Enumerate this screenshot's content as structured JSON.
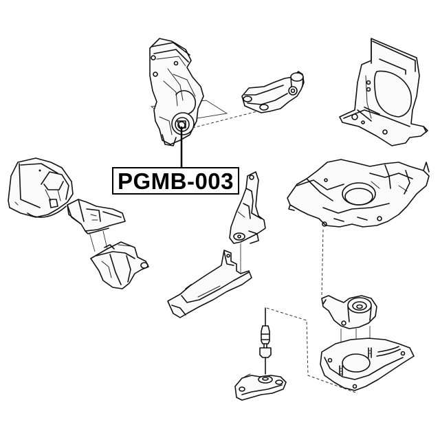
{
  "diagram": {
    "type": "exploded-parts-diagram",
    "subject": "engine mount assembly",
    "background": "#ffffff",
    "line_color": "#111111",
    "callout": {
      "part_number": "PGMB-003",
      "points_to": "engine-mount-bushing"
    },
    "components": [
      {
        "id": "engine-mount-bracket-upper",
        "position": "top-center",
        "highlighted": true
      },
      {
        "id": "torque-rod-link",
        "position": "top-center-right"
      },
      {
        "id": "body-bracket-panel",
        "position": "top-right"
      },
      {
        "id": "transmission-mount-rubber",
        "position": "left"
      },
      {
        "id": "mount-adapter-bracket",
        "position": "left-center"
      },
      {
        "id": "transmission-mount-body",
        "position": "left-lower"
      },
      {
        "id": "support-arm-bracket",
        "position": "center"
      },
      {
        "id": "heat-shield-plate",
        "position": "center-lower"
      },
      {
        "id": "subframe-crossmember",
        "position": "right"
      },
      {
        "id": "rear-mount-bushing",
        "position": "right-lower"
      },
      {
        "id": "rear-mount-base-plate",
        "position": "bottom-right"
      },
      {
        "id": "through-bolt",
        "position": "bottom-center"
      },
      {
        "id": "rear-mount-lower-bracket",
        "position": "bottom-center"
      }
    ]
  }
}
